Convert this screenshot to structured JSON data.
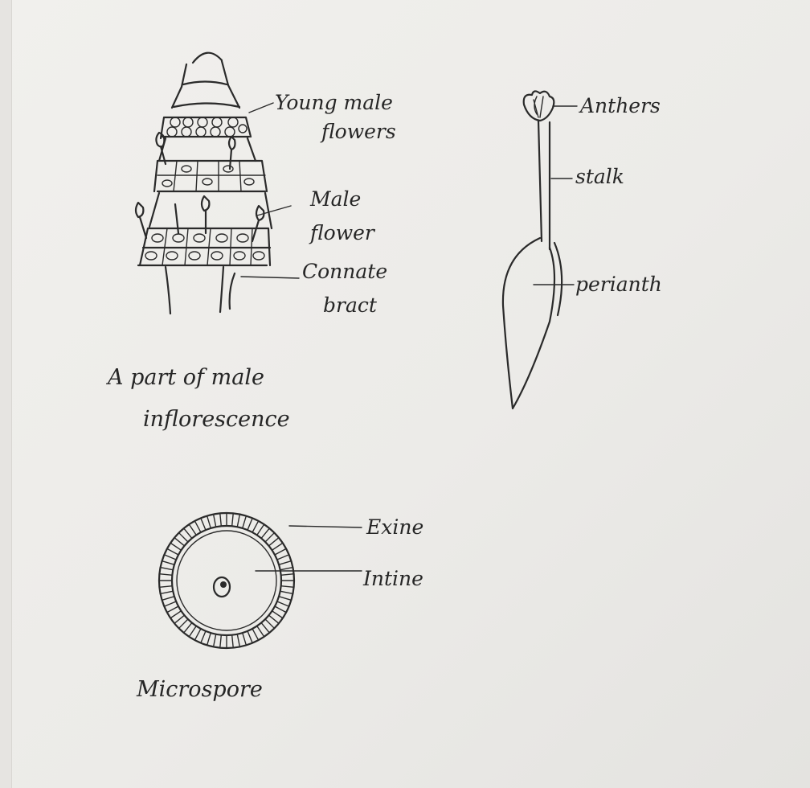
{
  "labels": {
    "young_male_flowers_line1": "Young male",
    "young_male_flowers_line2": "flowers",
    "male_flower_line1": "Male",
    "male_flower_line2": "flower",
    "connate_bract_line1": "Connate",
    "connate_bract_line2": "bract",
    "anthers": "Anthers",
    "stalk": "stalk",
    "perianth": "perianth",
    "exine": "Exine",
    "intine": "Intine"
  },
  "captions": {
    "inflorescence_line1": "A part of male",
    "inflorescence_line2": "inflorescence",
    "microspore": "Microspore"
  },
  "colors": {
    "paper": "#eeede9",
    "ink": "#2a2a2a",
    "border": "#e6e4e1"
  }
}
